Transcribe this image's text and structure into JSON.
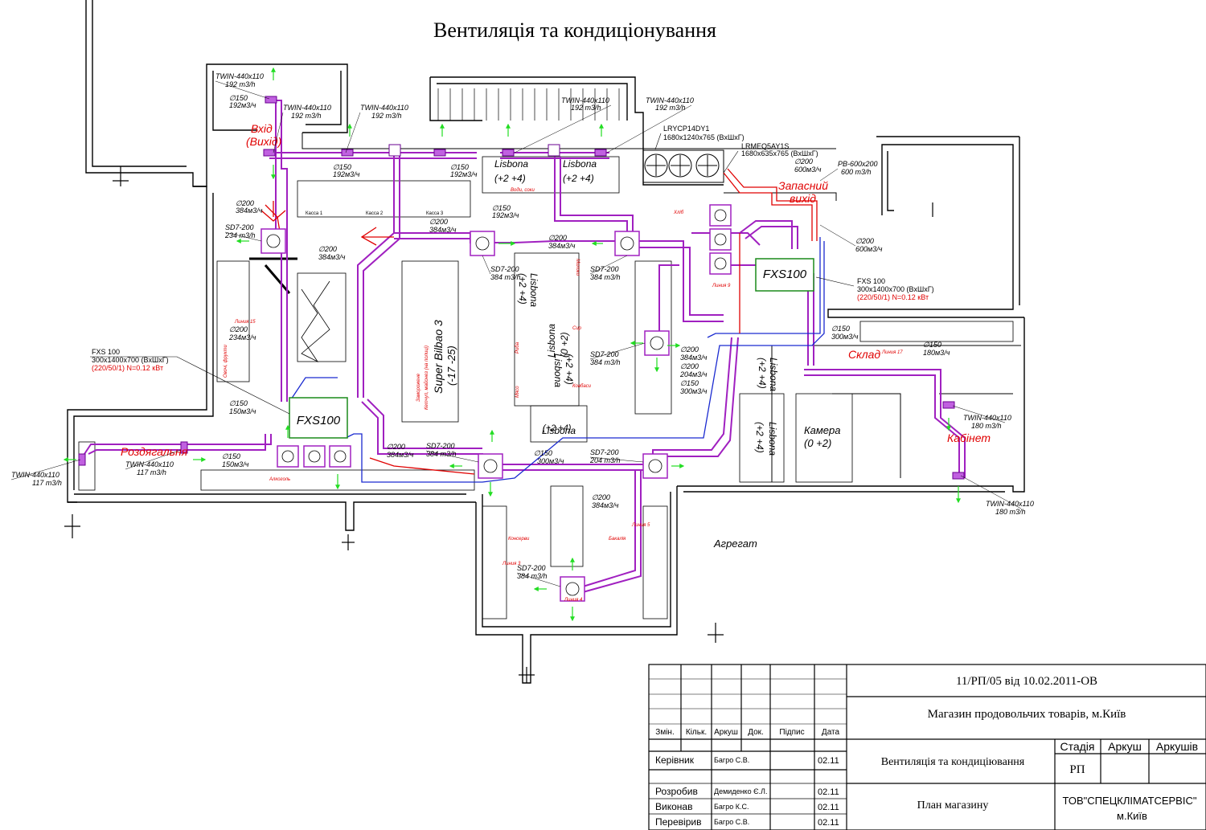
{
  "title": "Вентиляція та кондиціонування",
  "colors": {
    "duct_supply": "#a020c0",
    "duct_pipe_blue": "#1a2ad0",
    "duct_pipe_red": "#e00000",
    "arrow": "#22dd22",
    "wall": "#000000"
  },
  "rooms": {
    "entrance": "Вхід",
    "exit": "(Вихід)",
    "spare_exit_1": "Запасний",
    "spare_exit_2": "вихід",
    "dispensing": "Роздягальня",
    "warehouse": "Склад",
    "office": "Кабінет",
    "aggregate": "Агрегат",
    "chamber": "Камера",
    "chamber_temp": "(0   +2)"
  },
  "refrigeration": [
    {
      "name": "Lisbona",
      "temp": "(+2  +4)"
    },
    {
      "name": "Lisbona",
      "temp": "(+2  +4)"
    },
    {
      "name": "Lisbona",
      "temp": "(+2  +4)"
    },
    {
      "name": "Lisbona",
      "temp": "(+2  +4)"
    },
    {
      "name": "Lisbona",
      "temp": "(0  +2)"
    },
    {
      "name": "Lisbona",
      "temp": "(+2  +4)"
    },
    {
      "name": "Lisbona",
      "temp": "(+2  +4)"
    },
    {
      "name": "Lisbona",
      "temp": "(+2  +4)"
    },
    {
      "name": "Super Bilbao 3",
      "temp": "(-17  -25)"
    }
  ],
  "units": {
    "fxs_left_label": "FXS100",
    "fxs_right_label": "FXS100",
    "fxs_left_spec_1": "FXS 100",
    "fxs_left_spec_2": "300x1400x700 (ВхШхГ)",
    "fxs_left_spec_3": "(220/50/1) N=0.12 кВт",
    "fxs_right_spec_1": "FXS 100",
    "fxs_right_spec_2": "300x1400x700 (ВхШхГ)",
    "fxs_right_spec_3": "(220/50/1) N=0.12 кВт",
    "outdoor_1": "LRYCP14DY1",
    "outdoor_1_dims": "1680x1240x765 (ВхШхГ)",
    "outdoor_2": "LRMEQ5AY1S",
    "outdoor_2_dims": "1680x635x765 (ВхШхГ)"
  },
  "annotations": [
    {
      "text": "TWIN-440x110"
    },
    {
      "text": "192 m3/h"
    },
    {
      "text": "TWIN-440x110"
    },
    {
      "text": "192 m3/h"
    },
    {
      "text": "TWIN-440x110"
    },
    {
      "text": "192 m3/h"
    },
    {
      "text": "TWIN-440x110"
    },
    {
      "text": "192 m3/h"
    },
    {
      "text": "TWIN-440x110"
    },
    {
      "text": "192 m3/h"
    },
    {
      "text": "TWIN-440x110"
    },
    {
      "text": "117 m3/h"
    },
    {
      "text": "TWIN-440x110"
    },
    {
      "text": "117 m3/h"
    },
    {
      "text": "TWIN-440x110"
    },
    {
      "text": "180 m3/h"
    },
    {
      "text": "TWIN-440x110"
    },
    {
      "text": "180 m3/h"
    },
    {
      "text": "SD7-200"
    },
    {
      "text": "234 m3/h"
    },
    {
      "text": "SD7-200"
    },
    {
      "text": "384 m3/h"
    },
    {
      "text": "SD7-200"
    },
    {
      "text": "384 m3/h"
    },
    {
      "text": "SD7-200"
    },
    {
      "text": "384 m3/h"
    },
    {
      "text": "SD7-200"
    },
    {
      "text": "384 m3/h"
    },
    {
      "text": "SD7-200"
    },
    {
      "text": "204 m3/h"
    },
    {
      "text": "SD7-200"
    },
    {
      "text": "384 m3/h"
    },
    {
      "text": "PB-600x200"
    },
    {
      "text": "600 m3/h"
    },
    {
      "text": "∅150"
    },
    {
      "text": "192м3/ч"
    },
    {
      "text": "∅150"
    },
    {
      "text": "192м3/ч"
    },
    {
      "text": "∅150"
    },
    {
      "text": "192м3/ч"
    },
    {
      "text": "∅150"
    },
    {
      "text": "192м3/ч"
    },
    {
      "text": "∅200"
    },
    {
      "text": "384м3/ч"
    },
    {
      "text": "∅200"
    },
    {
      "text": "384м3/ч"
    },
    {
      "text": "∅200"
    },
    {
      "text": "384м3/ч"
    },
    {
      "text": "∅200"
    },
    {
      "text": "384м3/ч"
    },
    {
      "text": "∅200"
    },
    {
      "text": "234м3/ч"
    },
    {
      "text": "∅150"
    },
    {
      "text": "150м3/ч"
    },
    {
      "text": "∅150"
    },
    {
      "text": "150м3/ч"
    },
    {
      "text": "∅200"
    },
    {
      "text": "384м3/ч"
    },
    {
      "text": "∅150"
    },
    {
      "text": "300м3/ч"
    },
    {
      "text": "∅200"
    },
    {
      "text": "384м3/ч"
    },
    {
      "text": "∅200"
    },
    {
      "text": "384м3/ч"
    },
    {
      "text": "∅200"
    },
    {
      "text": "204м3/ч"
    },
    {
      "text": "∅150"
    },
    {
      "text": "300м3/ч"
    },
    {
      "text": "∅150"
    },
    {
      "text": "300м3/ч"
    },
    {
      "text": "∅150"
    },
    {
      "text": "180м3/ч"
    },
    {
      "text": "∅200"
    },
    {
      "text": "600м3/ч"
    },
    {
      "text": "∅200"
    },
    {
      "text": "600м3/ч"
    }
  ],
  "small_labels": {
    "cashier_1": "Касса 1",
    "cashier_2": "Касса 2",
    "cashier_3": "Касса 3",
    "water": "Води, соки",
    "bread": "Хліб",
    "milk": "Молоко",
    "cheese": "Сир",
    "fish": "Риба",
    "sausages": "Ковбаси",
    "meat": "Мясо",
    "alcohol": "Алкоголь",
    "preserves": "Консерви",
    "grocery": "Бакалія",
    "line_15": "Линия 15",
    "line_17": "Линия 17",
    "line_9": "Линия 9",
    "line_5": "Линия 5",
    "line_3": "Линия 3",
    "line_4": "Линия 4",
    "vegetables": "Овочі, фрукти",
    "frozen": "Заморожене",
    "frozen_sub": "Кетчуп, майонез (на полиці)"
  },
  "title_block": {
    "project_code": "11/РП/05 від 10.02.2011-ОВ",
    "project_name": "Магазин продовольчих товарів, м.Київ",
    "sheet_title": "Вентиляція та кондиціювання",
    "drawing_name": "План магазину",
    "company": "ТОВ\"СПЕЦКЛІМАТСЕРВІС\"",
    "city": "м.Київ",
    "headers": [
      "Змін.",
      "Кільк.",
      "Аркуш",
      "Док.",
      "Підпис",
      "Дата"
    ],
    "stage_header": "Стадія",
    "sheet_header": "Аркуш",
    "sheets_header": "Аркушів",
    "stage_value": "РП",
    "rows": [
      {
        "role": "Керівник",
        "name": "Багро С.В.",
        "date": "02.11"
      },
      {
        "role": "Розробив",
        "name": "Демиденко Є.Л.",
        "date": "02.11"
      },
      {
        "role": "Виконав",
        "name": "Багро К.С.",
        "date": "02.11"
      },
      {
        "role": "Перевірив",
        "name": "Багро С.В.",
        "date": "02.11"
      }
    ]
  }
}
